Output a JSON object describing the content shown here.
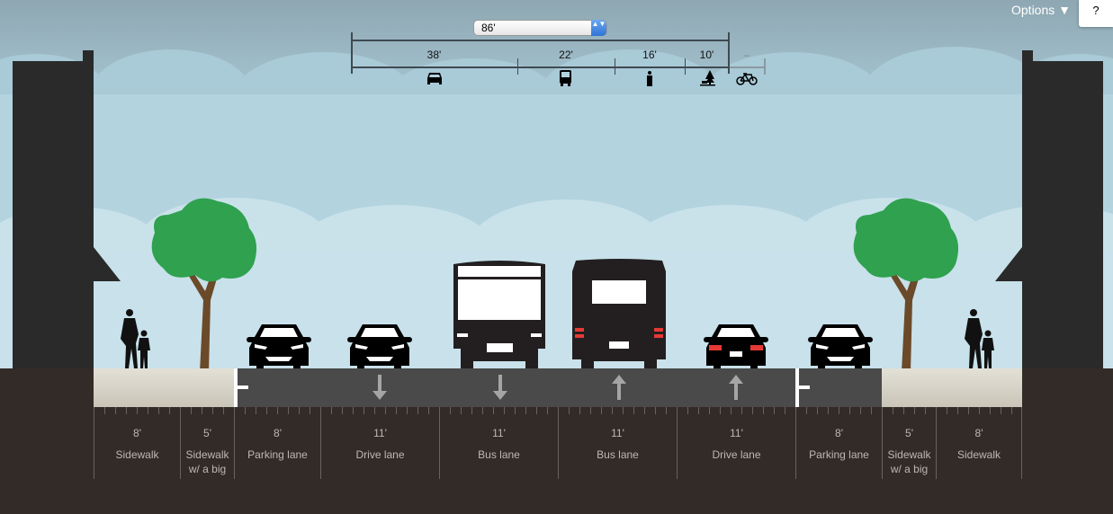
{
  "header": {
    "options_label": "Options ▼",
    "help_label": "?"
  },
  "street_width": {
    "selected": "86'",
    "stepper": "▲▼"
  },
  "width_summary": [
    {
      "width": "38'",
      "icon": "car-icon"
    },
    {
      "width": "22'",
      "icon": "bus-icon"
    },
    {
      "width": "16'",
      "icon": "pedestrian-icon"
    },
    {
      "width": "10'",
      "icon": "tree-bench-icon"
    },
    {
      "width": "–",
      "icon": "bicycle-icon"
    }
  ],
  "segments": [
    {
      "width": "8'",
      "name": "Sidewalk"
    },
    {
      "width": "5'",
      "name": "Sidewalk w/ a big"
    },
    {
      "width": "8'",
      "name": "Parking lane"
    },
    {
      "width": "11'",
      "name": "Drive lane"
    },
    {
      "width": "11'",
      "name": "Bus lane"
    },
    {
      "width": "11'",
      "name": "Bus lane"
    },
    {
      "width": "11'",
      "name": "Drive lane"
    },
    {
      "width": "8'",
      "name": "Parking lane"
    },
    {
      "width": "5'",
      "name": "Sidewalk w/ a big"
    },
    {
      "width": "8'",
      "name": "Sidewalk"
    }
  ],
  "colors": {
    "sidewalk": "#dcd8cc",
    "road": "#4a4a4a",
    "ground": "#332b27",
    "tree": "#2fa14f",
    "trunk": "#6b4a2a",
    "taillight": "#e53935"
  }
}
